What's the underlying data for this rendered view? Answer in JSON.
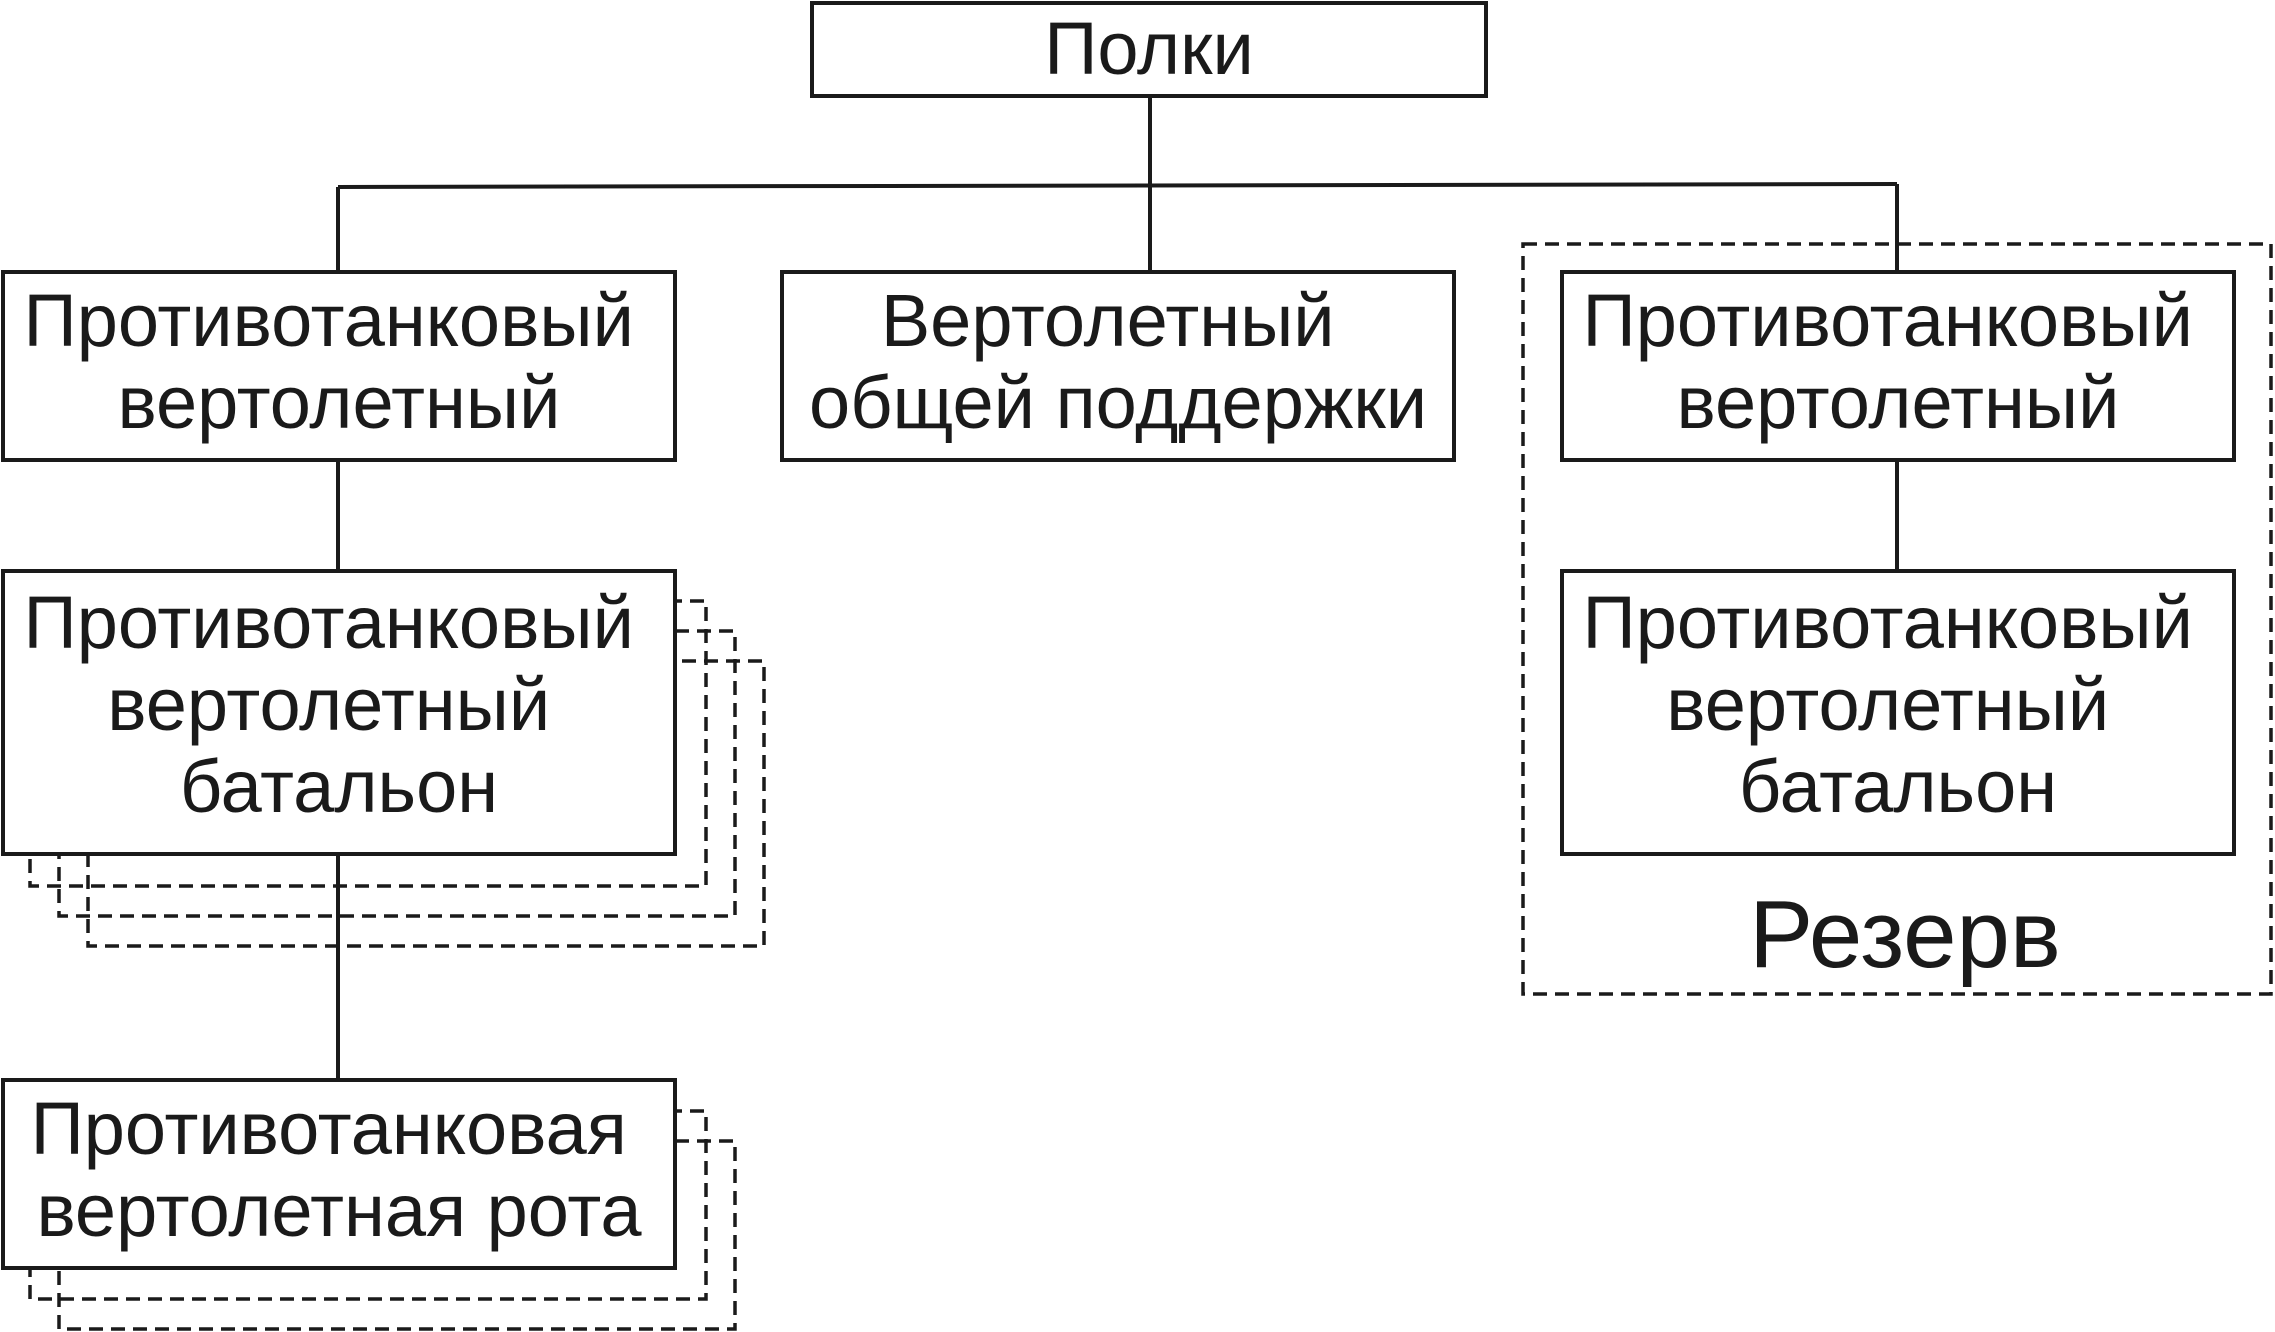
{
  "nodes": {
    "root": {
      "lines": [
        "Полки"
      ]
    },
    "at_heli_left": {
      "lines": [
        "Противотанковый",
        "вертолетный"
      ]
    },
    "heli_general": {
      "lines": [
        "Вертолетный",
        "общей поддержки"
      ]
    },
    "at_heli_right": {
      "lines": [
        "Противотанковый",
        "вертолетный"
      ]
    },
    "battalion_left": {
      "lines": [
        "Противотанковый",
        "вертолетный",
        "батальон"
      ]
    },
    "battalion_right": {
      "lines": [
        "Противотанковый",
        "вертолетный",
        "батальон"
      ]
    },
    "company": {
      "lines": [
        "Противотанковая",
        "вертолетная рота"
      ]
    }
  },
  "reserve": {
    "label": "Резерв"
  }
}
